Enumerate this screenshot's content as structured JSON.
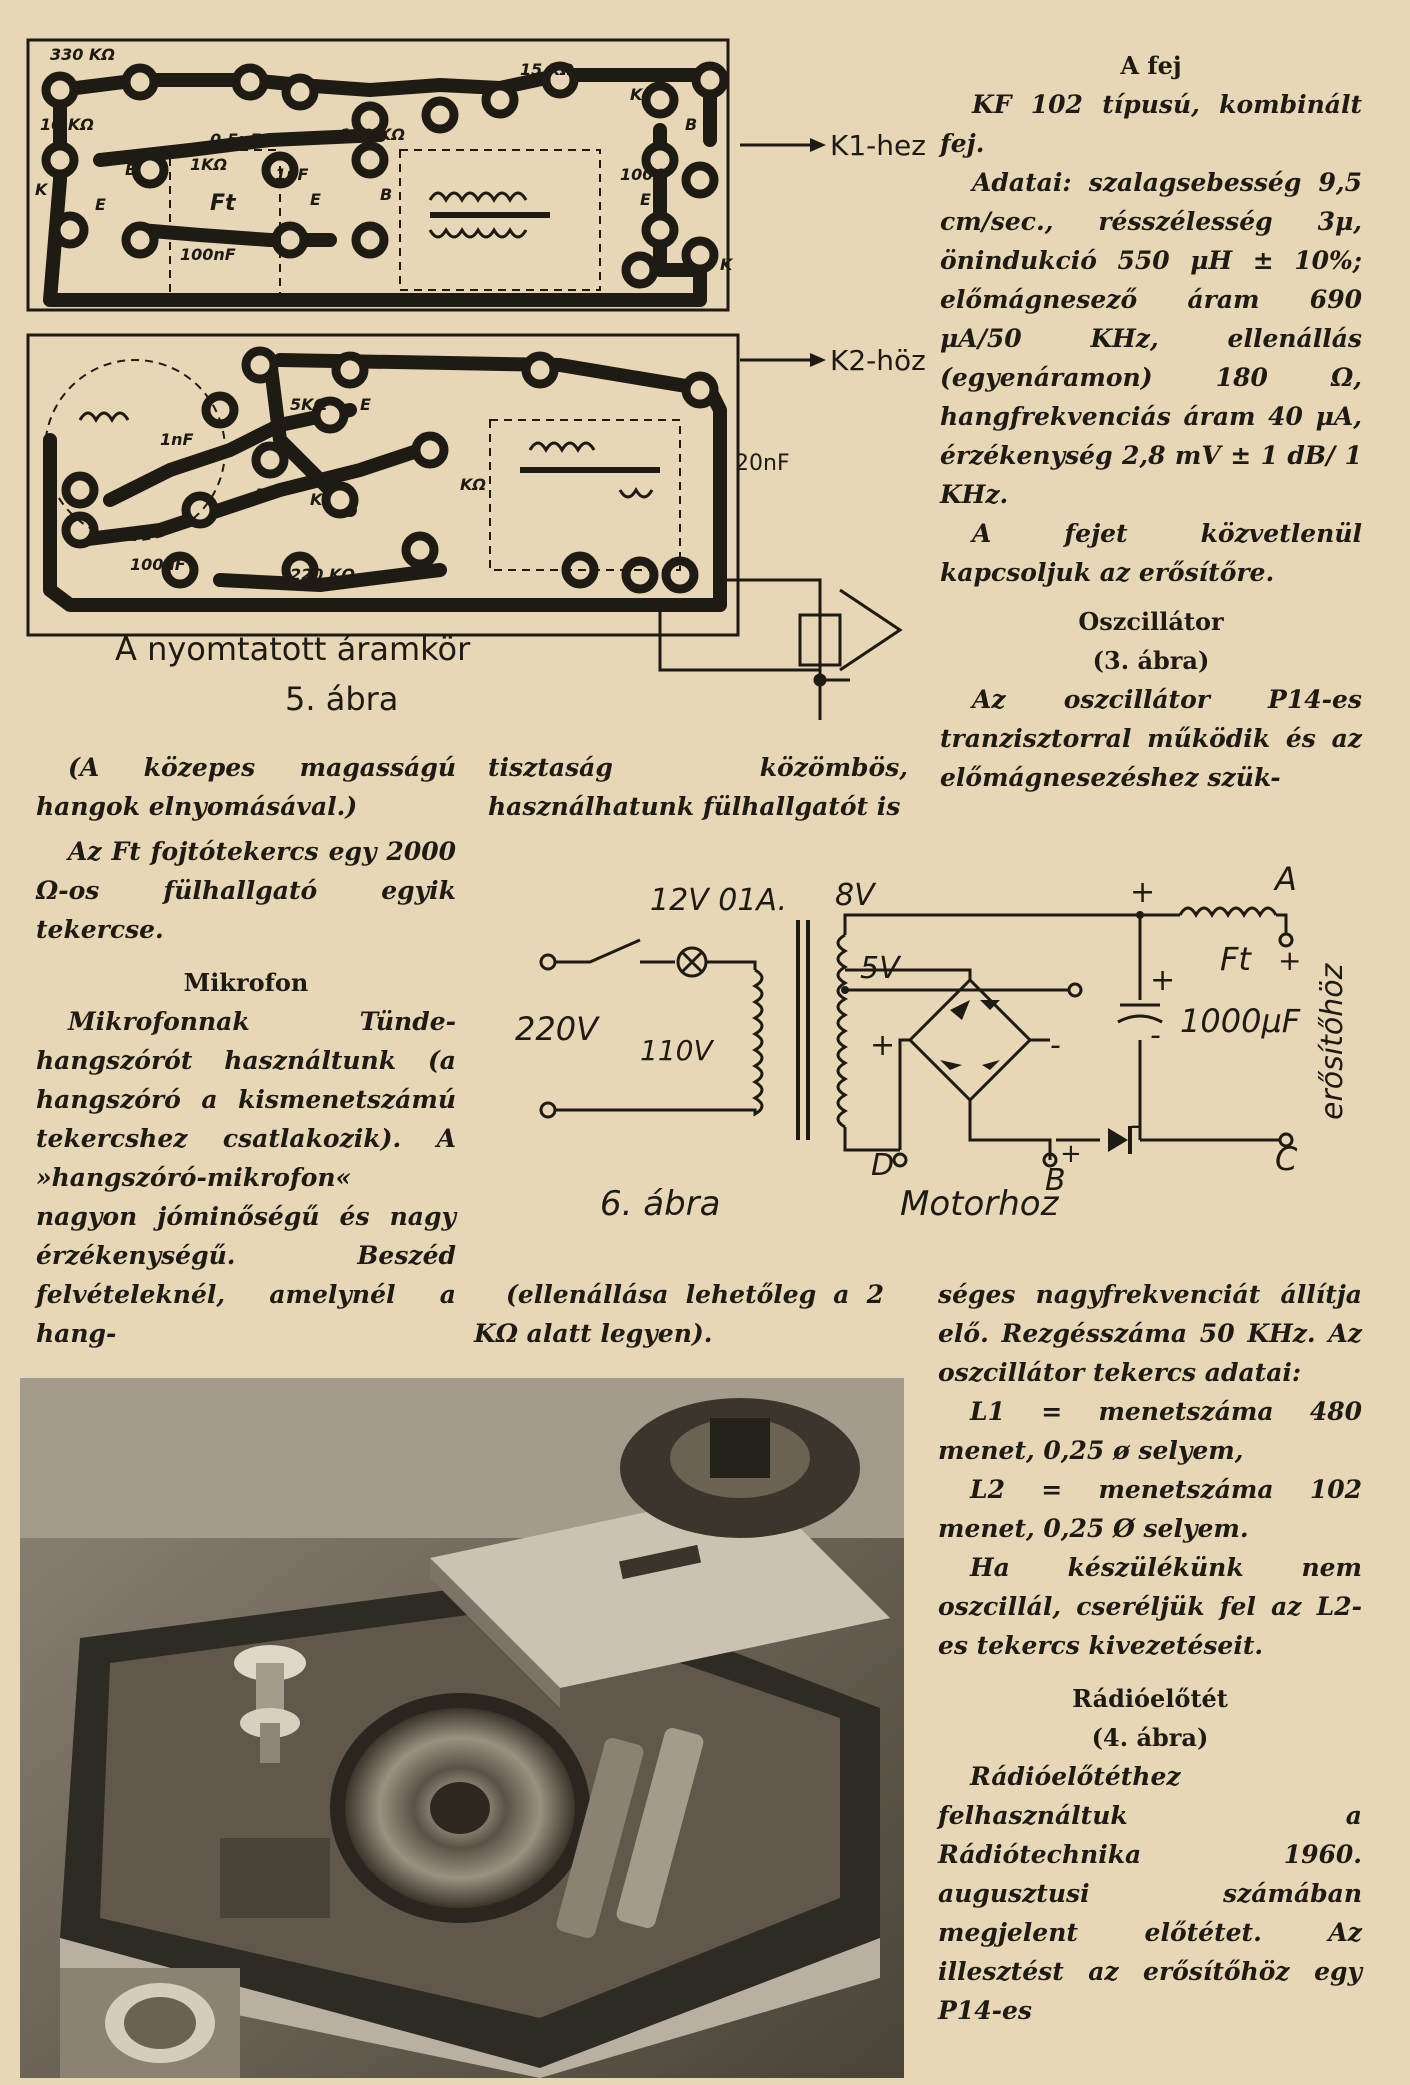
{
  "fig5": {
    "labels": {
      "r330": "330 KΩ",
      "r10": "10 KΩ",
      "r15": "15 KΩ",
      "c05": "0,5μF",
      "r1": "1KΩ",
      "c1n": "1nF",
      "r100": "100 KΩ",
      "r100b": "100Ω",
      "ft": "Ft",
      "c100": "100nF",
      "k1": "K1-hez",
      "k2": "K2-höz",
      "r5": "5KΩ",
      "c1nb": "1nF",
      "rk": "KΩ",
      "c20": "20nF",
      "c100b": "100nF",
      "r220": "220 KΩ",
      "b": "B",
      "e": "E",
      "k": "K"
    },
    "caption_title": "A nyomtatott áramkör",
    "caption_num": "5. ábra"
  },
  "fig6": {
    "labels": {
      "v12": "12V 01A.",
      "v8": "8V",
      "v5": "5V",
      "v220": "220V",
      "v110": "110V",
      "plus": "+",
      "minus": "-",
      "a": "A",
      "c": "C",
      "d": "D",
      "b": "B",
      "ft": "Ft",
      "cap": "1000μF",
      "side": "erősítőhöz",
      "motor": "Motorhoz"
    },
    "caption": "6. ábra"
  },
  "col_left_top": [
    "(A közepes magasságú hangok elnyomásával.)",
    "Az Ft fojtótekercs egy 2000 Ω-os fülhallgató egyik tekercse."
  ],
  "col_left_head": "Mikrofon",
  "col_left_body": "Mikrofonnak Tünde-hangszórót használtunk (a hangszóró a kismenetszámú tekercshez csatlakozik). A »hangszóró-mikrofon« nagyon jóminőségű és nagy érzékenységű. Beszéd felvételeknél, amelynél a hang-",
  "col_mid_top": "tisztaság közömbös, használhatunk fülhallgatót is",
  "col_mid_bottom": "(ellenállása lehetőleg a 2 KΩ alatt legyen).",
  "col_right": {
    "head1": "A fej",
    "p1": "KF 102 típusú, kombinált fej.",
    "p2": "Adatai: szalagsebesség 9,5 cm/sec., résszélesség 3μ, önindukció 550 μH ± 10%; előmágnesező áram 690 μA/50 KHz, ellenállás (egyenáramon) 180 Ω, hangfrekvenciás áram 40 μA, érzékenység 2,8 mV ± 1 dB/ 1 KHz.",
    "p3": "A fejet közvetlenül kapcsoljuk az erősítőre.",
    "head2": "Oszcillátor",
    "sub2": "(3. ábra)",
    "p4": "Az oszcillátor P14-es tranzisztorral működik és az előmágnesezéshez szük-",
    "p5": "séges nagyfrekvenciát állítja elő. Rezgésszáma 50 KHz. Az oszcillátor tekercs adatai:",
    "p6": "L1 = menetszáma 480 menet, 0,25 ø selyem,",
    "p7": "L2 = menetszáma 102 menet, 0,25 Ø selyem.",
    "p8": "Ha készülékünk nem oszcillál, cseréljük fel az L2-es tekercs kivezetéseit.",
    "head3": "Rádióelőtét",
    "sub3": "(4. ábra)",
    "p9": "Rádióelőtéthez felhasználtuk a Rádiótechnika 1960. augusztusi számában megjelent előtétet. Az illesztést az erősítőhöz egy P14-es"
  }
}
